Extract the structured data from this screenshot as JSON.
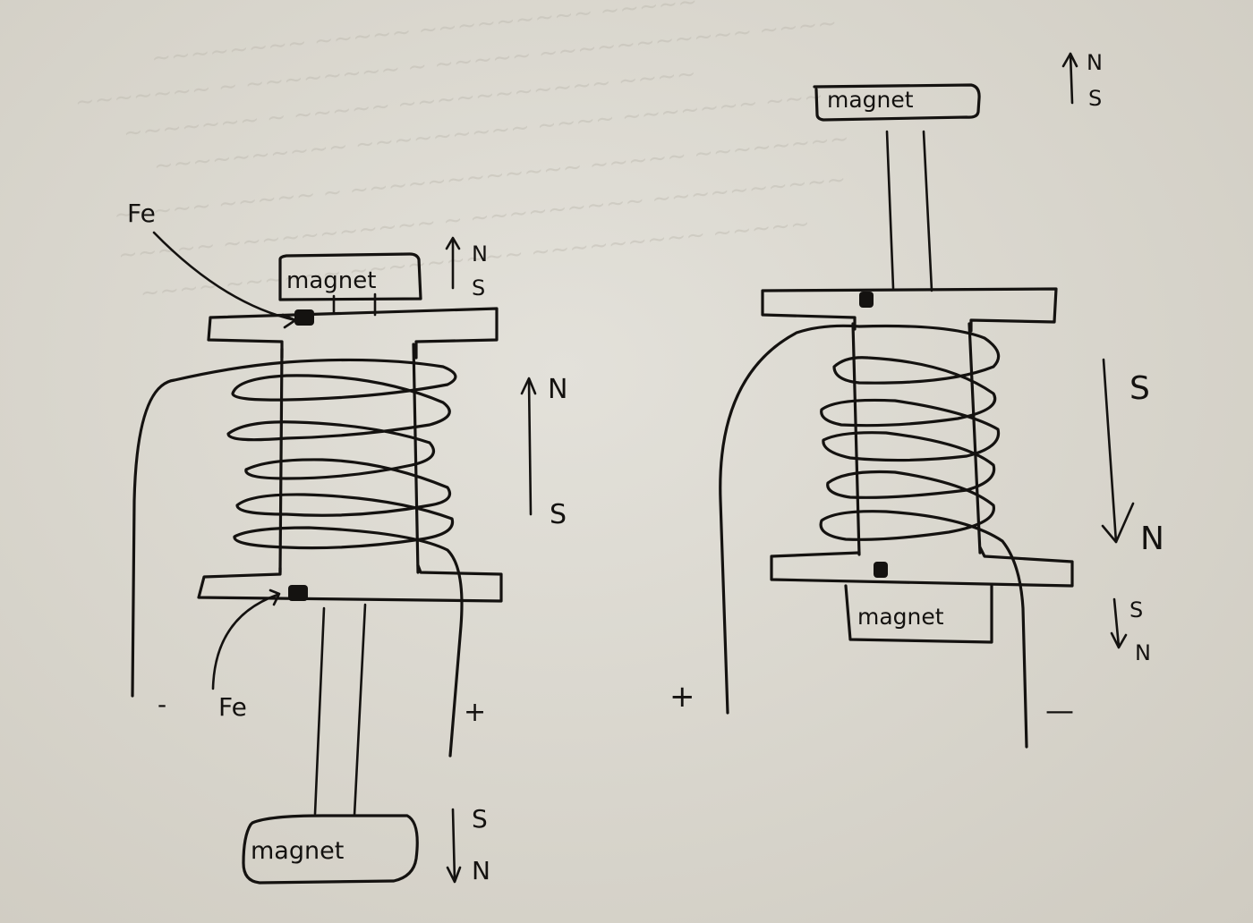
{
  "left_diagram": {
    "top_magnet_label": "magnet",
    "bottom_magnet_label": "magnet",
    "fe_top_label": "Fe",
    "fe_bottom_label": "Fe",
    "minus_label": "-",
    "plus_label": "+",
    "top_pole_arrow": {
      "direction": "up",
      "head": "N",
      "tail": "S"
    },
    "core_field_arrow": {
      "direction": "up",
      "head": "N",
      "tail": "S"
    },
    "bottom_pole_arrow": {
      "direction": "down",
      "tail": "S",
      "head": "N"
    }
  },
  "right_diagram": {
    "top_magnet_label": "magnet",
    "bottom_magnet_label": "magnet",
    "plus_label": "+",
    "minus_label": "—",
    "top_pole_arrow": {
      "direction": "up",
      "head": "N",
      "tail": "S"
    },
    "core_field_arrow": {
      "direction": "down",
      "tail": "S",
      "head": "N"
    },
    "bottom_pole_arrow": {
      "direction": "down",
      "tail": "S",
      "head": "N"
    }
  },
  "colors": {
    "paper": "#dcd9d0",
    "ink": "#141210"
  }
}
